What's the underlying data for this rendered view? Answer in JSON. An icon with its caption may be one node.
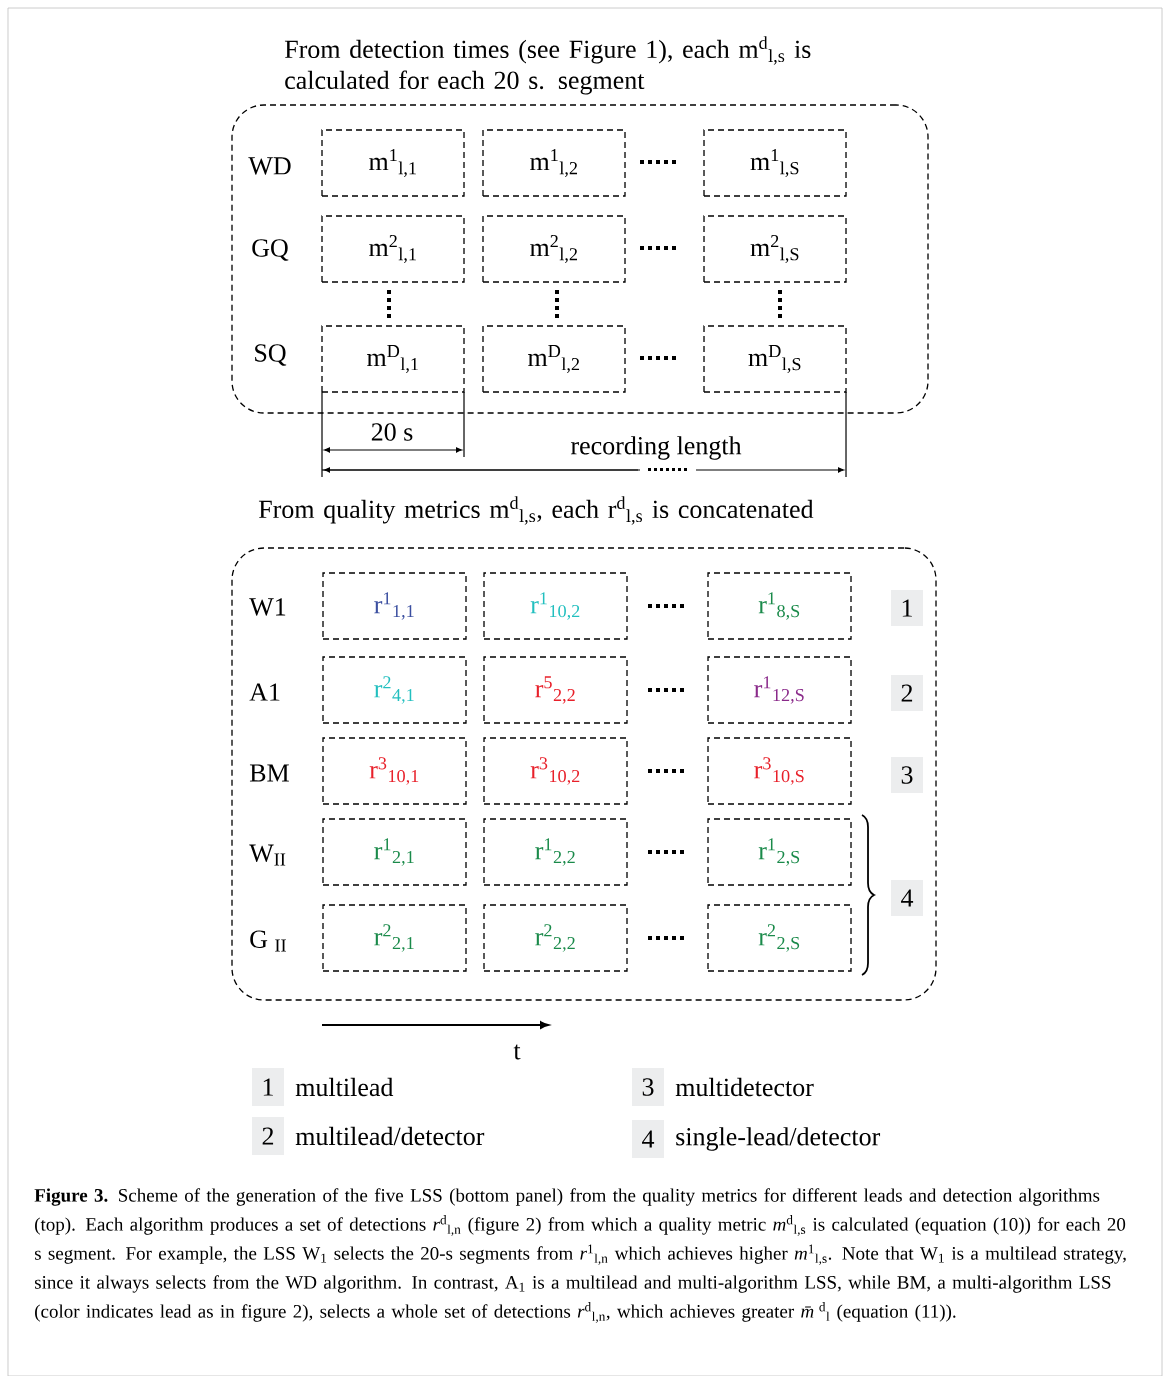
{
  "diagram": {
    "caption": "**Figure 3.** Scheme of the generation of the five LSS (bottom panel) from the quality metrics for different leads and detection algorithms (top). Each algorithm produces a set of detections *r*$^{d}$$_{l,n}$ (figure 2) from which a quality metric *m*$^{d}$$_{l,s}$ is calculated (equation (10)) for each 20 s segment. For example, the LSS W$_{1}$ selects the 20-s segments from *r*$^{1}$$_{l,n}$ which achieves higher *m*$^{1}$$_{l,s}$. Note that W$_{1}$ is a multilead strategy, since it always selects from the WD algorithm. In contrast, A$_{1}$ is a multilead and multi-algorithm LSS, while BM, a multi-algorithm LSS (color indicates lead as in figure 2), selects a whole set of detections *r*$^{d}$$_{l,n}$, which achieves greater *m̄*$^{d}$$_{l}$ (equation (11)).",
    "nodes": [
      {
        "text": [
          "From detection times (see Figure 1), each m$^{d}$$_{l,s}$ is calculated for each 20 s. segment"
        ]
      },
      {
        "text": [
          "m$^{1}$$_{l,1}$"
        ],
        "in": 0
      },
      {
        "text": [
          "m$^{1}$$_{l,2}$"
        ],
        "in": 0
      },
      {
        "text": [
          "m$^{1}$$_{l,S}$"
        ],
        "in": 0
      },
      {
        "text": [
          "m$^{2}$$_{l,1}$"
        ],
        "in": 0
      },
      {
        "text": [
          "m$^{2}$$_{l,2}$"
        ],
        "in": 0
      },
      {
        "text": [
          "m$^{2}$$_{l,S}$"
        ],
        "in": 0
      },
      {
        "text": [
          "m$^{D}$$_{l,1}$"
        ],
        "in": 0
      },
      {
        "text": [
          "m$^{D}$$_{l,2}$"
        ],
        "in": 0
      },
      {
        "text": [
          "m$^{D}$$_{l,S}$"
        ],
        "in": 0
      },
      {
        "text": [
          "From quality metrics m$^{d}$$_{l,s}$, each r$^{d}$$_{l,s}$ is concatenated"
        ]
      },
      {
        "text": [
          "r$^{1}$$_{1,1}$"
        ],
        "in": 10
      },
      {
        "text": [
          "r$^{1}$$_{10,2}$"
        ],
        "in": 10
      },
      {
        "text": [
          "r$^{1}$$_{8,S}$"
        ],
        "in": 10
      },
      {
        "text": [
          "r$^{2}$$_{4,1}$"
        ],
        "in": 10
      },
      {
        "text": [
          "r$^{5}$$_{2,2}$"
        ],
        "in": 10
      },
      {
        "text": [
          "r$^{1}$$_{12,S}$"
        ],
        "in": 10
      },
      {
        "text": [
          "r$^{3}$$_{10,1}$"
        ],
        "in": 10
      },
      {
        "text": [
          "r$^{3}$$_{10,2}$"
        ],
        "in": 10
      },
      {
        "text": [
          "r$^{3}$$_{10,S}$"
        ],
        "in": 10
      },
      {
        "text": [
          "r$^{1}$$_{2,1}$"
        ],
        "in": 10
      },
      {
        "text": [
          "r$^{1}$$_{2,2}$"
        ],
        "in": 10
      },
      {
        "text": [
          "r$^{1}$$_{2,S}$"
        ],
        "in": 10
      },
      {
        "text": [
          "r$^{2}$$_{2,1}$"
        ],
        "in": 10
      },
      {
        "text": [
          "r$^{2}$$_{2,2}$"
        ],
        "in": 10
      },
      {
        "text": [
          "r$^{2}$$_{2,S}$"
        ],
        "in": 10
      },
      {
        "text": [
          "1"
        ],
        "in": 10
      },
      {
        "text": [
          "2"
        ],
        "in": 10
      },
      {
        "text": [
          "3"
        ],
        "in": 10
      },
      {
        "text": [
          "4"
        ],
        "in": 10
      },
      {
        "text": [
          "1"
        ],
        "beside": [
          "multilead"
        ]
      },
      {
        "text": [
          "2"
        ],
        "beside": [
          "multilead/detector"
        ]
      },
      {
        "text": [
          "3"
        ],
        "beside": [
          "multidetector"
        ]
      },
      {
        "text": [
          "4"
        ],
        "beside": [
          "single-lead/detector"
        ]
      }
    ],
    "labels": [
      "WD",
      "GQ",
      "SQ",
      "20 s",
      "recording length",
      "W1",
      "A1",
      "BM",
      "W$_{II}$",
      "G $_{II}$",
      "t"
    ]
  }
}
